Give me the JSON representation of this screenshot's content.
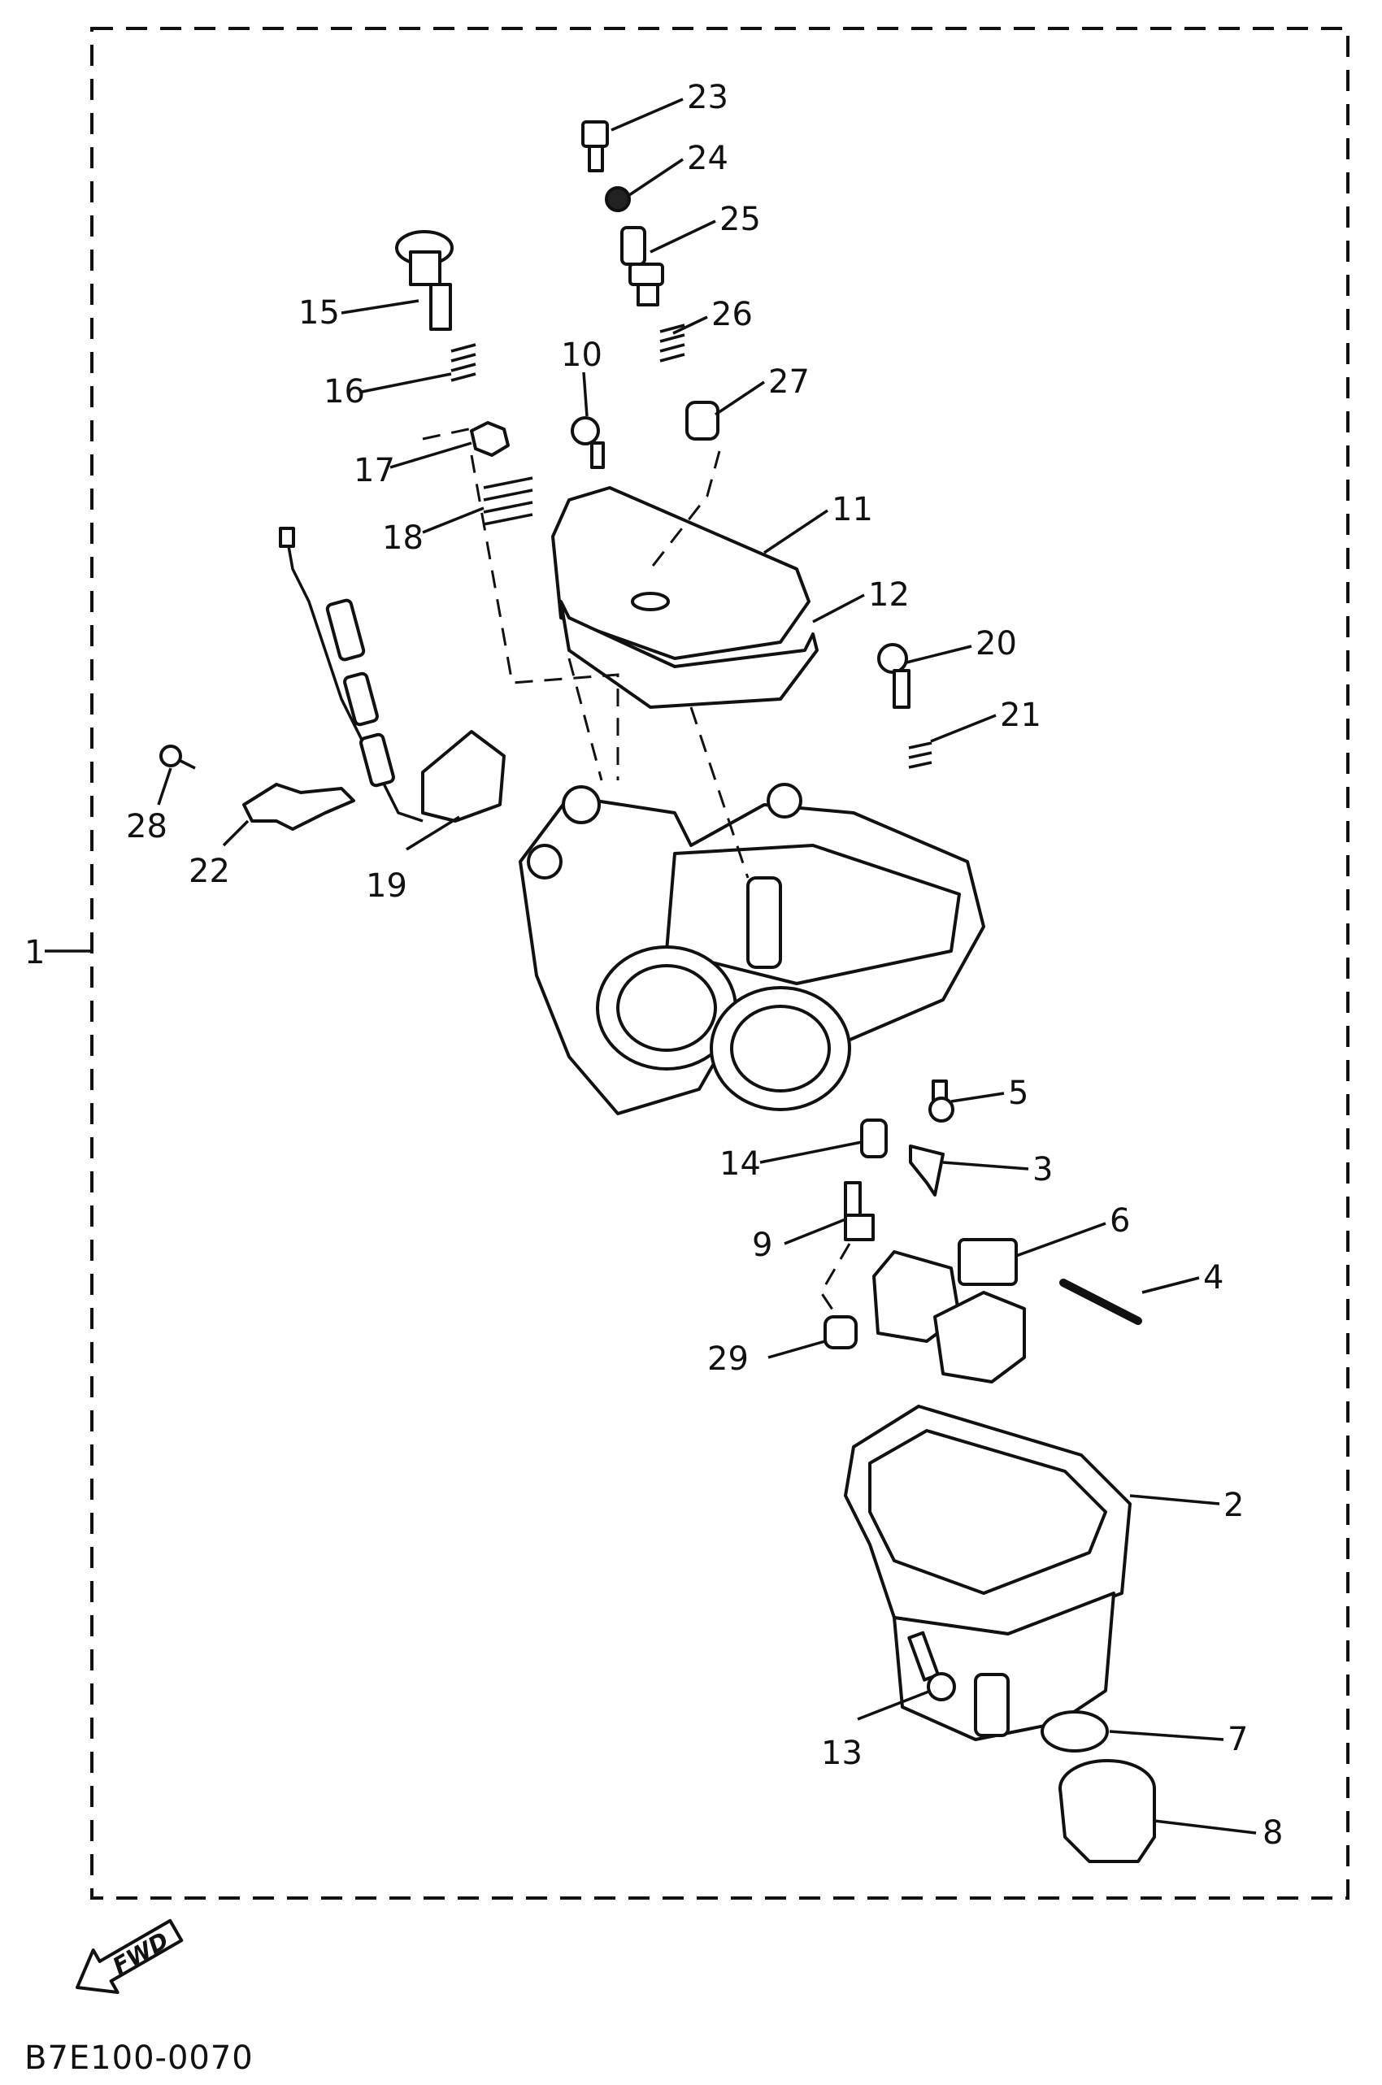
{
  "diagram": {
    "code": "B7E100-0070",
    "fwd_label": "FWD",
    "parts": [
      {
        "ref": "1"
      },
      {
        "ref": "2"
      },
      {
        "ref": "3"
      },
      {
        "ref": "4"
      },
      {
        "ref": "5"
      },
      {
        "ref": "6"
      },
      {
        "ref": "7"
      },
      {
        "ref": "8"
      },
      {
        "ref": "9"
      },
      {
        "ref": "10"
      },
      {
        "ref": "11"
      },
      {
        "ref": "12"
      },
      {
        "ref": "13"
      },
      {
        "ref": "14"
      },
      {
        "ref": "15"
      },
      {
        "ref": "16"
      },
      {
        "ref": "17"
      },
      {
        "ref": "18"
      },
      {
        "ref": "19"
      },
      {
        "ref": "20"
      },
      {
        "ref": "21"
      },
      {
        "ref": "22"
      },
      {
        "ref": "23"
      },
      {
        "ref": "24"
      },
      {
        "ref": "25"
      },
      {
        "ref": "26"
      },
      {
        "ref": "27"
      },
      {
        "ref": "28"
      },
      {
        "ref": "29"
      }
    ]
  }
}
